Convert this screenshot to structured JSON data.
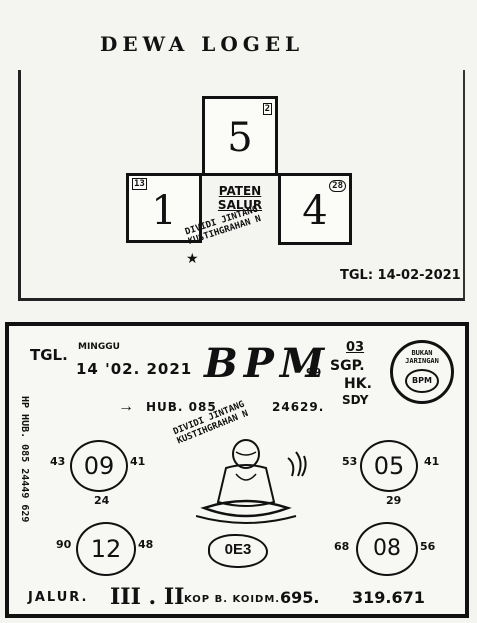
{
  "top_panel": {
    "title": "DEWA LOGEL",
    "box_top": {
      "number": "5",
      "corner": "2"
    },
    "box_left": {
      "number": "1",
      "corner": "13"
    },
    "box_center_label_1": "PATEN",
    "box_center_label_2": "SALUR",
    "box_right": {
      "number": "4",
      "corner": "28"
    },
    "stamp_line_1": "DIVIDI JINTANG",
    "stamp_line_2": "KUSTIHGRAHAN N",
    "date": "TGL: 14-02-2021"
  },
  "bottom_panel": {
    "date_label": "TGL.",
    "day": "MINGGU",
    "date_value": "14 '02. 2021",
    "brand": "BPM",
    "brand_suffix": "99",
    "market_num": "03",
    "markets": [
      "SGP.",
      "HK.",
      "SDY"
    ],
    "hub": "HUB. 085",
    "hub_tail": "24629.",
    "side_text": "HP HUB. 085 24449 629",
    "circles": [
      {
        "main": "09",
        "left": "43",
        "right": "41",
        "below": "24"
      },
      {
        "main": "05",
        "left": "53",
        "right": "41",
        "below": "29"
      },
      {
        "main": "12",
        "left": "90",
        "right": "48"
      },
      {
        "main": "08",
        "left": "68",
        "right": "56"
      }
    ],
    "center_badge": "0E3",
    "jalur_label": "JALUR.",
    "jalur_value": "III . II",
    "kop_label": "KOP B. KOIDM.",
    "kop_value": "695.",
    "kop_value_2": "319.671",
    "round_stamp_text": "BUKAN JARINGAN",
    "round_stamp_center": "BPM"
  },
  "colors": {
    "ink": "#111111",
    "paper": "#f4f4f1"
  }
}
